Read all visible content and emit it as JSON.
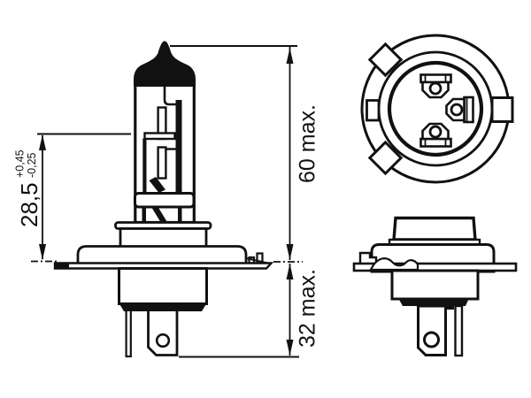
{
  "page": {
    "background": "#ffffff",
    "line_color": "#111111"
  },
  "dimensions": {
    "overall_length_label": "60 max.",
    "base_length_label": "32 max.",
    "filament_height_value": "28,5",
    "filament_height_tol_plus": "+0,45",
    "filament_height_tol_minus": "-0,25"
  }
}
